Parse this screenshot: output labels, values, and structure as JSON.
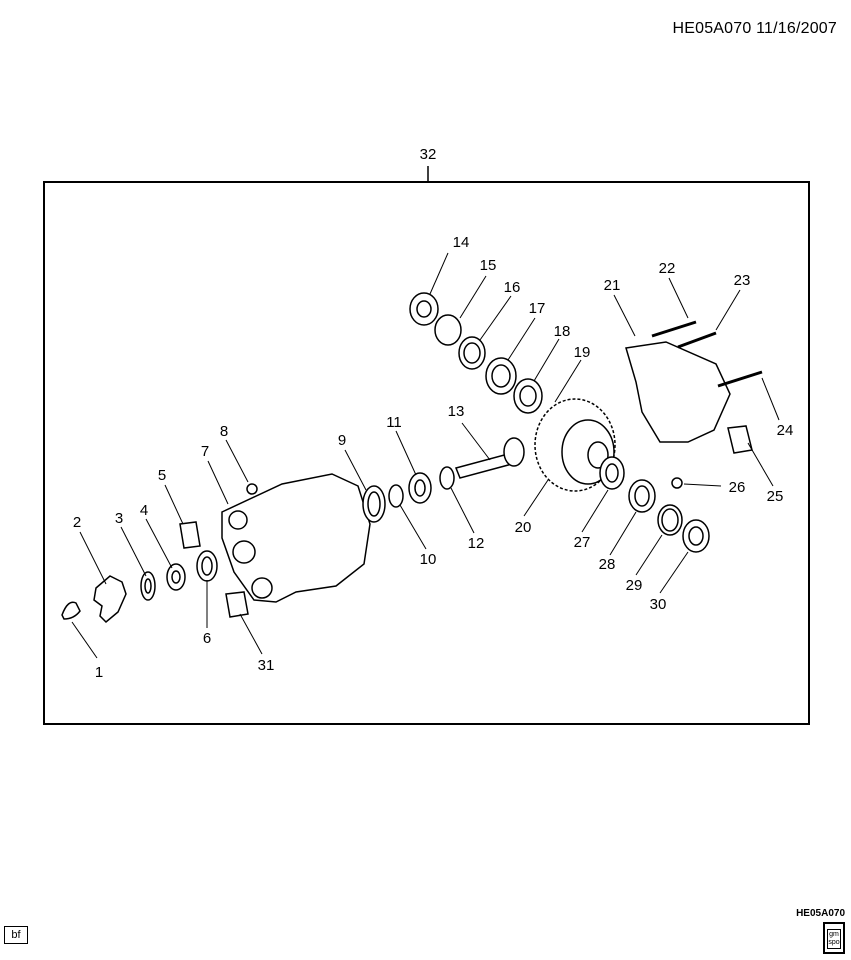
{
  "header": {
    "code_date": "HE05A070  11/16/2007"
  },
  "footer": {
    "code": "HE05A070",
    "left_box": "bf",
    "logo_text": "gm spo"
  },
  "diagram": {
    "assembly_label": "32",
    "callouts": [
      "1",
      "2",
      "3",
      "4",
      "5",
      "6",
      "7",
      "8",
      "9",
      "10",
      "11",
      "12",
      "13",
      "14",
      "15",
      "16",
      "17",
      "18",
      "19",
      "20",
      "21",
      "22",
      "23",
      "24",
      "25",
      "26",
      "27",
      "28",
      "29",
      "30",
      "31"
    ]
  }
}
